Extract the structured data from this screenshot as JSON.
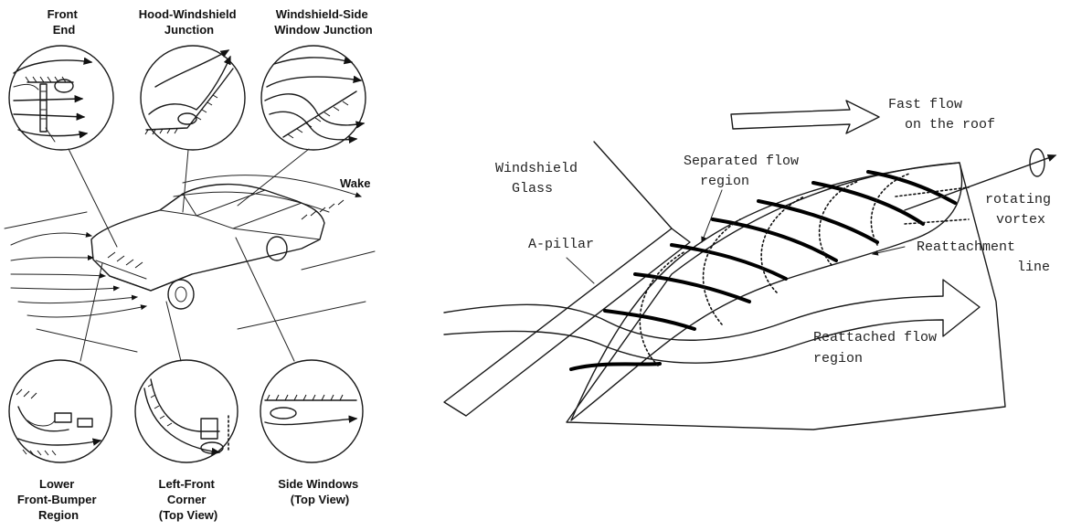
{
  "left_figure": {
    "labels": {
      "front_end": [
        "Front",
        "End"
      ],
      "hood_windshield": [
        "Hood-Windshield",
        "Junction"
      ],
      "windshield_side": [
        "Windshield-Side",
        "Window Junction"
      ],
      "wake": "Wake",
      "lower_bumper": [
        "Lower",
        "Front-Bumper",
        "Region"
      ],
      "left_front_corner": [
        "Left-Front",
        "Corner",
        "(Top View)"
      ],
      "side_windows": [
        "Side Windows",
        "(Top View)"
      ]
    }
  },
  "right_figure": {
    "labels": {
      "fast_flow": [
        "Fast flow",
        "on the roof"
      ],
      "windshield_glass": [
        "Windshield",
        "Glass"
      ],
      "separated_flow": [
        "Separated flow",
        "region"
      ],
      "rotating_vortex": [
        "rotating",
        "vortex"
      ],
      "a_pillar": "A-pillar",
      "reattachment_line": [
        "Reattachment",
        "line"
      ],
      "reattached_flow": [
        "Reattached flow",
        "region"
      ]
    }
  }
}
